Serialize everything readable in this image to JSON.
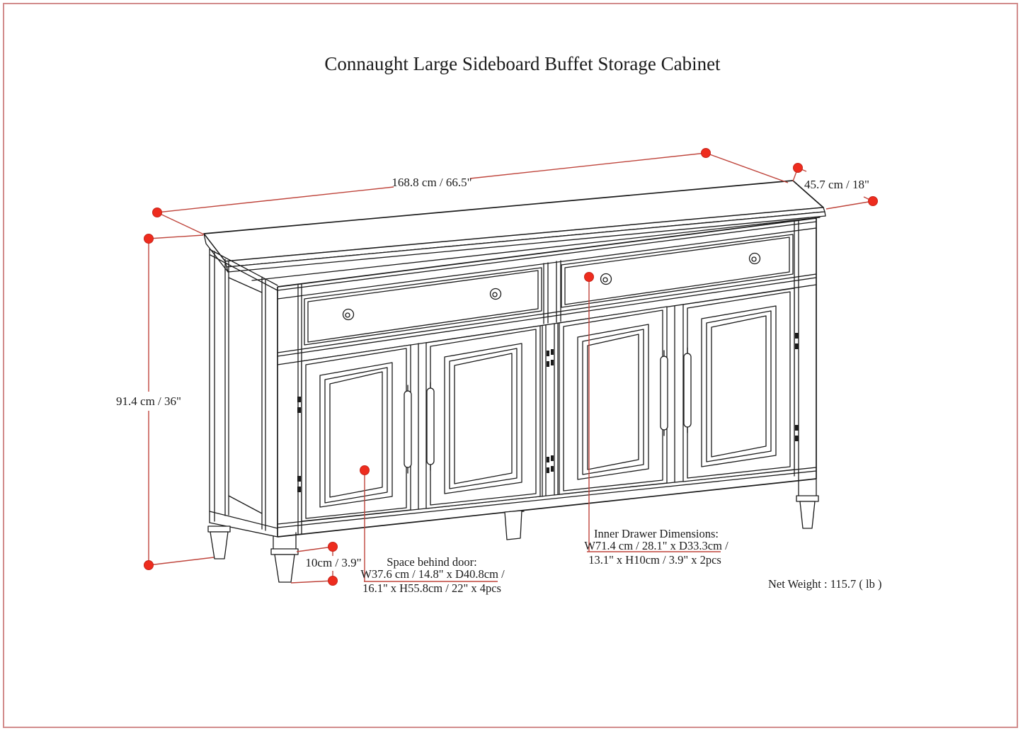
{
  "page": {
    "title": "Connaught Large Sideboard Buffet Storage Cabinet"
  },
  "dimensions": {
    "width": "168.8 cm / 66.5\"",
    "depth": "45.7 cm / 18\"",
    "height": "91.4 cm / 36\"",
    "leg_height": "10cm / 3.9\""
  },
  "annotations": {
    "door_space": {
      "line1": "Space behind door:",
      "line2": "W37.6 cm / 14.8\" x D40.8cm /",
      "line3": "16.1\" x H55.8cm / 22\" x 4pcs"
    },
    "inner_drawer": {
      "line1": "Inner Drawer Dimensions:",
      "line2": "W71.4 cm / 28.1\" x D33.3cm /",
      "line3": "13.1\" x H10cm / 3.9\" x 2pcs"
    },
    "net_weight": "Net Weight : 115.7 ( lb )"
  },
  "colors": {
    "dimension_line_red": "#bf453c",
    "marker_dot_red": "#ee2c1e",
    "drawing_ink": "#1b1b1b",
    "page_border_pink": "#d28c8c"
  }
}
